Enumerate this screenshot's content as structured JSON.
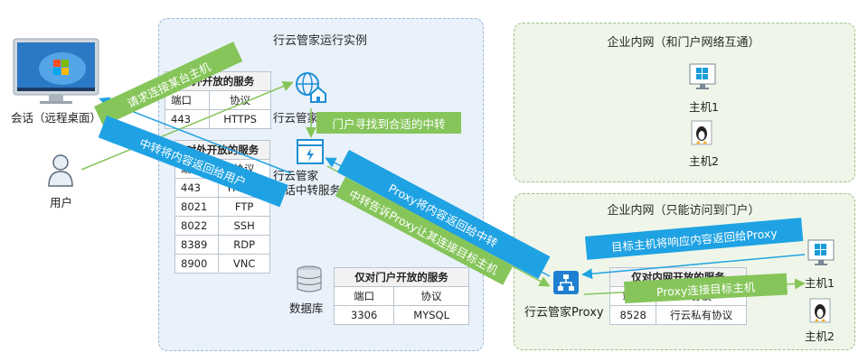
{
  "left": {
    "session_label": "会话（远程桌面）",
    "user_label": "用户"
  },
  "center": {
    "title": "行云管家运行实例",
    "portal_label": "行云管家门户",
    "relay_label": "行云管家\n会话中转服务",
    "db_label": "数据库",
    "external_services": {
      "caption": "对外开放的服务",
      "headers": [
        "端口",
        "协议"
      ],
      "rows": [
        [
          "443",
          "HTTPS"
        ]
      ]
    },
    "relay_services": {
      "caption": "对外开放的服务",
      "headers": [
        "端口",
        "协议"
      ],
      "rows": [
        [
          "443",
          "HTTPS"
        ],
        [
          "8021",
          "FTP"
        ],
        [
          "8022",
          "SSH"
        ],
        [
          "8389",
          "RDP"
        ],
        [
          "8900",
          "VNC"
        ]
      ]
    },
    "portal_only_services": {
      "caption": "仅对门户开放的服务",
      "headers": [
        "端口",
        "协议"
      ],
      "rows": [
        [
          "3306",
          "MYSQL"
        ]
      ]
    }
  },
  "right_top": {
    "title": "企业内网（和门户网络互通）",
    "host1": "主机1",
    "host2": "主机2"
  },
  "right_bottom": {
    "title": "企业内网（只能访问到门户）",
    "proxy_label": "行云管家Proxy",
    "internal_services": {
      "caption": "仅对内网开放的服务",
      "headers": [
        "端口",
        "协议"
      ],
      "rows": [
        [
          "8528",
          "行云私有协议"
        ]
      ]
    },
    "host1": "主机1",
    "host2": "主机2"
  },
  "flows": {
    "user_request": "请求连接某台主机",
    "relay_to_user": "中转将内容返回给用户",
    "portal_find_relay": "门户寻找到合适的中转",
    "proxy_to_relay": "Proxy将内容返回给中转",
    "relay_tell_proxy": "中转告诉Proxy让其连接目标主机",
    "host_to_proxy": "目标主机将响应内容返回给Proxy",
    "proxy_connect_host": "Proxy连接目标主机"
  },
  "colors": {
    "blue_flow": "#1fa2e3",
    "green_flow": "#86c55a",
    "panel_blue_bg": "#e9f1fa",
    "panel_green_bg": "#eff6e9"
  }
}
